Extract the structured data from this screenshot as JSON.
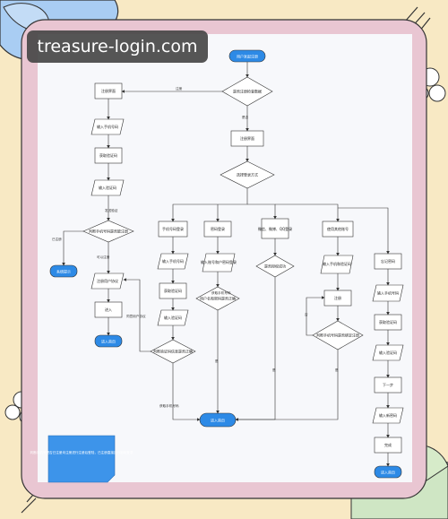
{
  "badge": {
    "text": "treasure-login.com"
  },
  "diagram": {
    "nodes": {
      "start": "用户发起注册",
      "q_registered": "是否注册检查数据",
      "register_page": "注册界面",
      "choose_method": "选择登录方式",
      "phone_login": "手机号码登录",
      "password_login": "密码登录",
      "thirdparty_login": "微信、微博、QQ登录",
      "other_login": "使用其他账号",
      "q_auth": "是否授权成功",
      "login_page": "注册界面",
      "input_phone": "输入手机号码",
      "get_code": "获取验证码",
      "input_code": "输入验证码",
      "q_verify_left": "判断手机号码是否能注册",
      "prompt_left": "系统提示",
      "user_agreement": "注册用户协议",
      "enter": "进入",
      "done_left": "进入首页",
      "m_input_phone": "输入手机号码",
      "m_get_code": "获取验证码",
      "m_input_code": "输入验证码",
      "q_phone_match": "判断验证码信息是否正确",
      "p_input_pwd": "输入账号和户密码登录",
      "q_pwd_match": "用户名和密码是否正确",
      "o_input": "输入手机和验证码",
      "o_register": "注册",
      "q_other_match": "判断手机号码是否绑定注册",
      "end_center": "进入首页",
      "r_title": "忘记密码",
      "r_input_phone": "输入手机号码",
      "r_get_code": "获取验证码",
      "r_input_code": "输入验证码",
      "r_next": "下一步",
      "r_new_pwd": "输入新密码",
      "r_done": "完成",
      "r_end": "进入首页"
    },
    "edges": {
      "no": "注册",
      "yes": "是否",
      "label_send": "发送验证",
      "label_can": "可以注册",
      "label_cannot": "已注册",
      "label_agree": "同意用户协议",
      "label_fail": "获取手机号码",
      "label_fail2": "获取手机号码",
      "label_ok1": "是",
      "label_ok2": "是",
      "label_ok3": "是",
      "label_ok4": "否"
    },
    "note": "判断手机号是否已注册未注册进行注册后登陆，已注册直接进行密码登录"
  }
}
